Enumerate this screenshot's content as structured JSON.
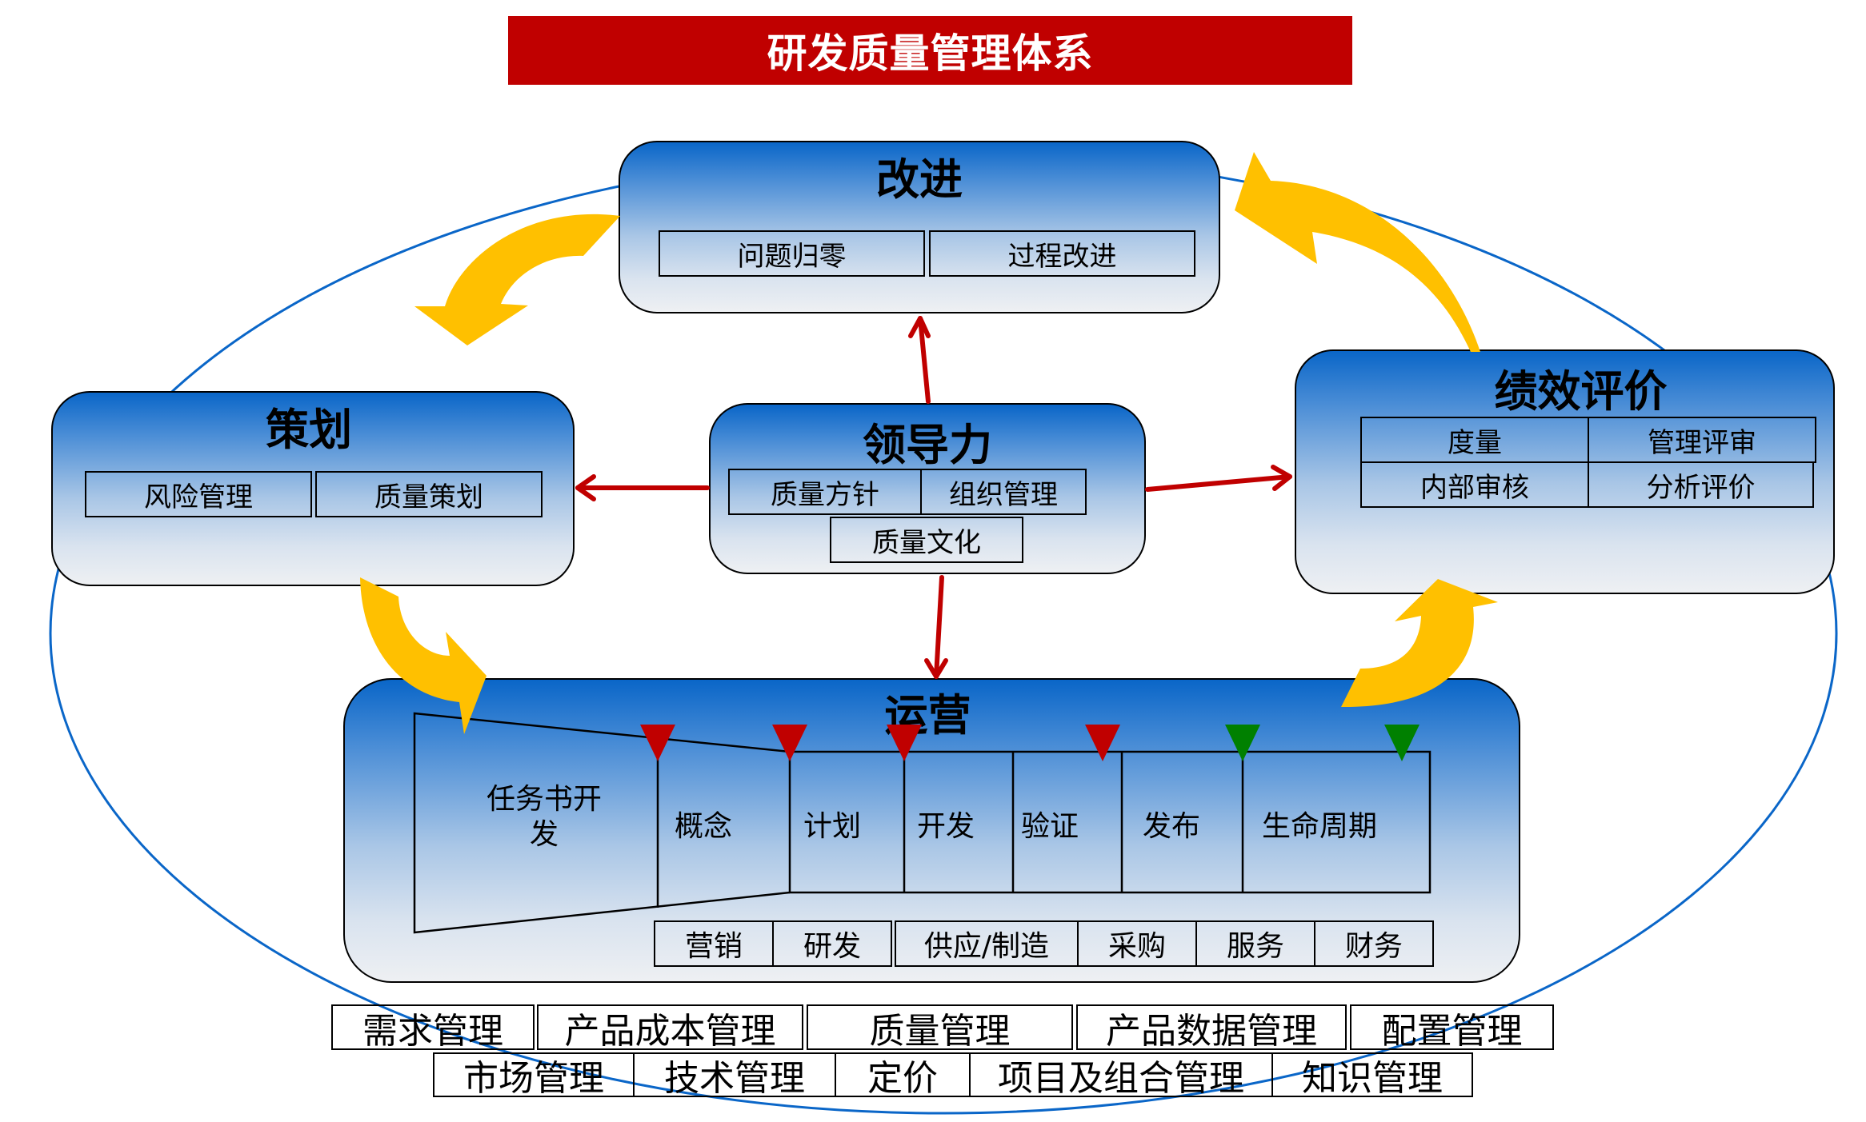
{
  "title": "研发质量管理体系",
  "colors": {
    "title_bg": "#c00000",
    "ellipse": "#0a66c8",
    "cycle_arrow": "#ffc000",
    "leadership_arrow": "#c00000",
    "gate_red": "#c00000",
    "gate_green": "#008000"
  },
  "improve": {
    "title": "改进",
    "items": [
      "问题归零",
      "过程改进"
    ]
  },
  "plan": {
    "title": "策划",
    "items": [
      "风险管理",
      "质量策划"
    ]
  },
  "leadership": {
    "title": "领导力",
    "items": [
      "质量方针",
      "组织管理",
      "质量文化"
    ]
  },
  "evaluation": {
    "title": "绩效评价",
    "items": [
      "度量",
      "管理评审",
      "内部审核",
      "分析评价"
    ]
  },
  "operation": {
    "title": "运营",
    "stages": [
      "任务书开发",
      "概念",
      "计划",
      "开发",
      "验证",
      "发布",
      "生命周期"
    ],
    "gates": [
      {
        "color": "red"
      },
      {
        "color": "red"
      },
      {
        "color": "red"
      },
      {
        "color": "red"
      },
      {
        "color": "green"
      },
      {
        "color": "green"
      }
    ],
    "departments": [
      "营销",
      "研发",
      "供应/制造",
      "采购",
      "服务",
      "财务"
    ]
  },
  "support_row1": [
    "需求管理",
    "产品成本管理",
    "质量管理",
    "产品数据管理",
    "配置管理"
  ],
  "support_row2": [
    "市场管理",
    "技术管理",
    "定价",
    "项目及组合管理",
    "知识管理"
  ]
}
